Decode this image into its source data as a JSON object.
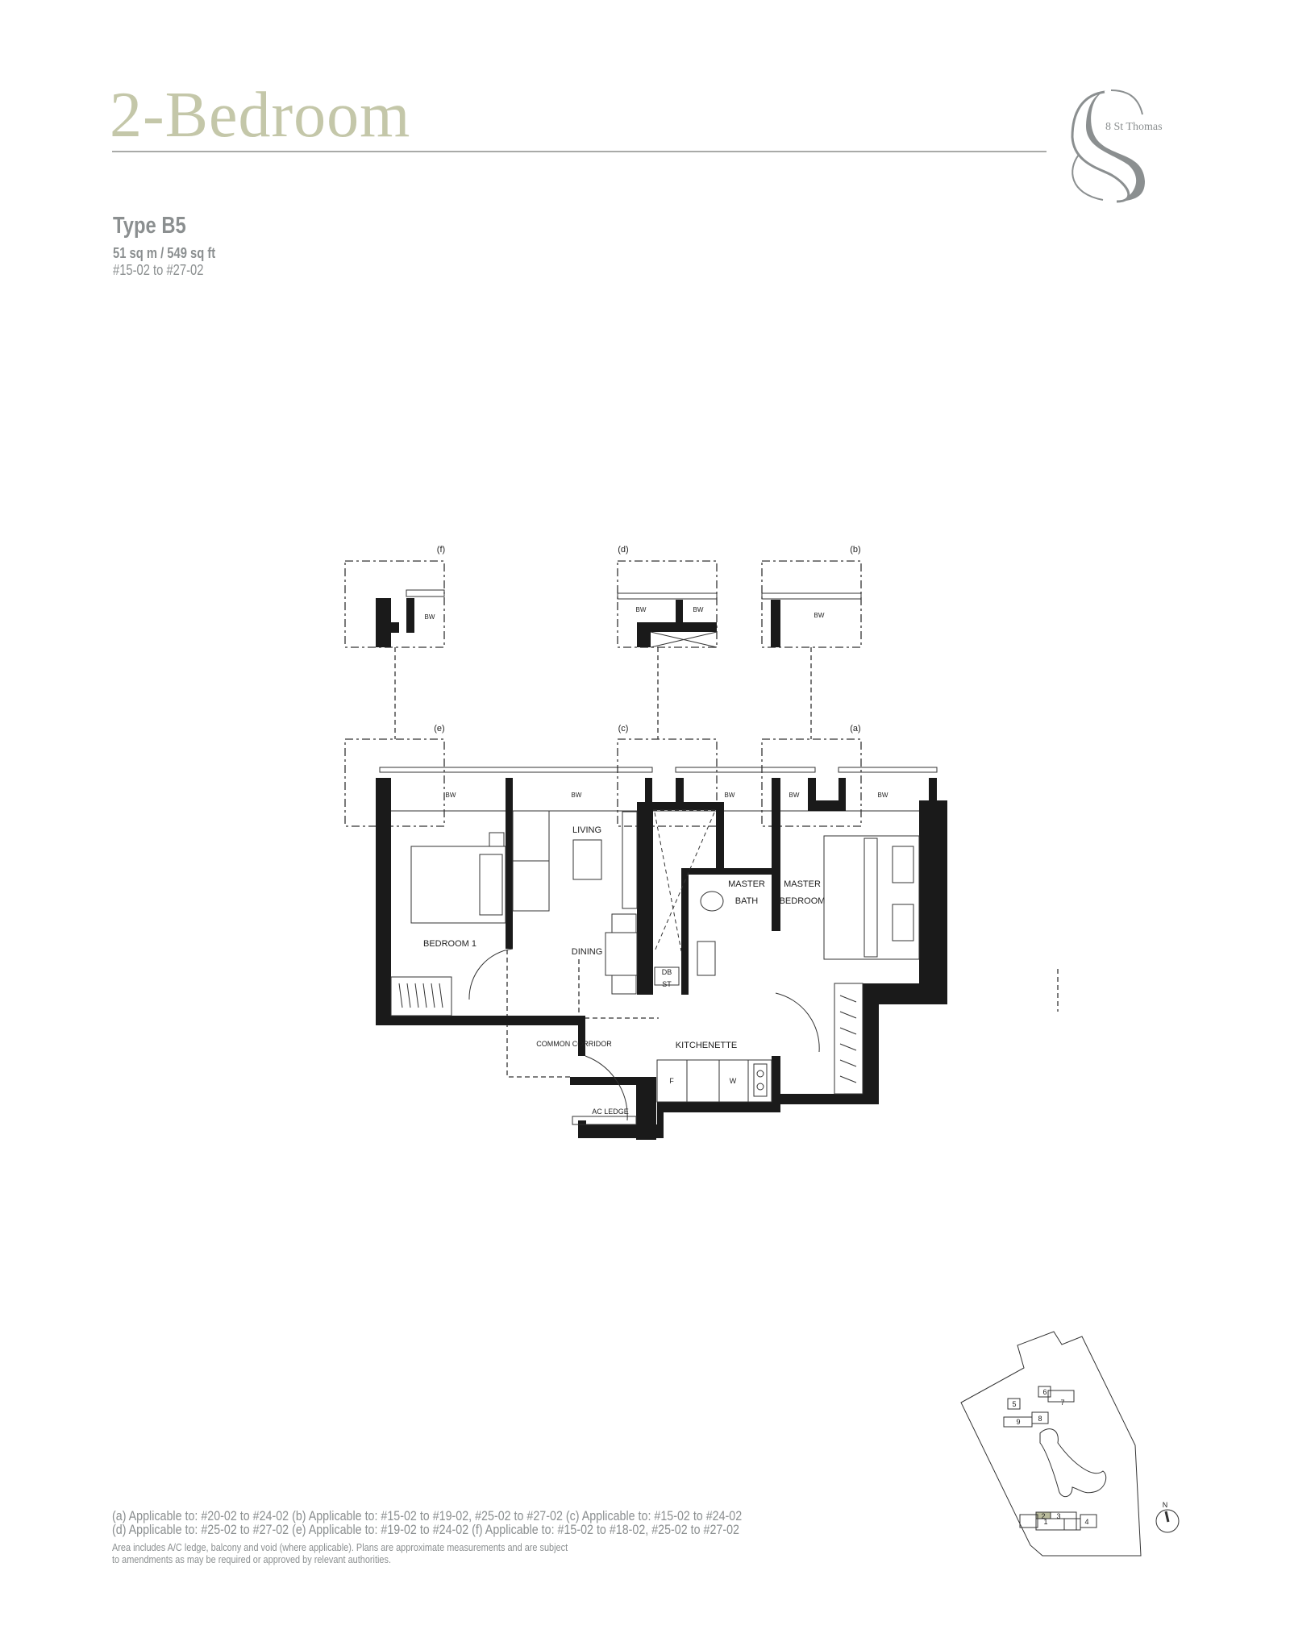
{
  "header": {
    "title": "2-Bedroom",
    "logo_text": "8 St Thomas",
    "type": "Type B5",
    "area": "51 sq m / 549 sq ft",
    "units": "#15-02 to #27-02"
  },
  "plan": {
    "rooms": {
      "living": "LIVING",
      "bedroom1": "BEDROOM 1",
      "dining": "DINING",
      "master_bath_1": "MASTER",
      "master_bath_2": "BATH",
      "master_bed_1": "MASTER",
      "master_bed_2": "BEDROOM",
      "kitchenette": "KITCHENETTE",
      "db": "DB",
      "st": "ST",
      "fridge": "F",
      "washer": "W",
      "corridor": "COMMON CORRIDOR",
      "ac_ledge": "AC LEDGE",
      "bw": "BW"
    },
    "variants": {
      "a": "(a)",
      "b": "(b)",
      "c": "(c)",
      "d": "(d)",
      "e": "(e)",
      "f": "(f)"
    }
  },
  "key_plan": {
    "blocks": [
      "1",
      "2",
      "3",
      "4",
      "5",
      "6",
      "7",
      "8",
      "9"
    ],
    "highlighted_block": "2",
    "highlight_color": "#b9bb9c",
    "north_label": "N"
  },
  "footer": {
    "line1": "(a) Applicable to: #20-02 to #24-02   (b) Applicable to: #15-02 to #19-02, #25-02 to #27-02   (c) Applicable to: #15-02 to #24-02",
    "line2": "(d) Applicable to: #25-02 to #27-02   (e) Applicable to: #19-02 to #24-02   (f) Applicable to: #15-02 to #18-02, #25-02 to #27-02",
    "line3": "Area includes A/C ledge, balcony and void (where applicable). Plans are approximate measurements and are subject",
    "line4": "to amendments as may be required or approved by relevant authorities."
  },
  "colors": {
    "title": "#c4c7a9",
    "text": "#8b8f90",
    "wall": "#1a1a1a"
  }
}
